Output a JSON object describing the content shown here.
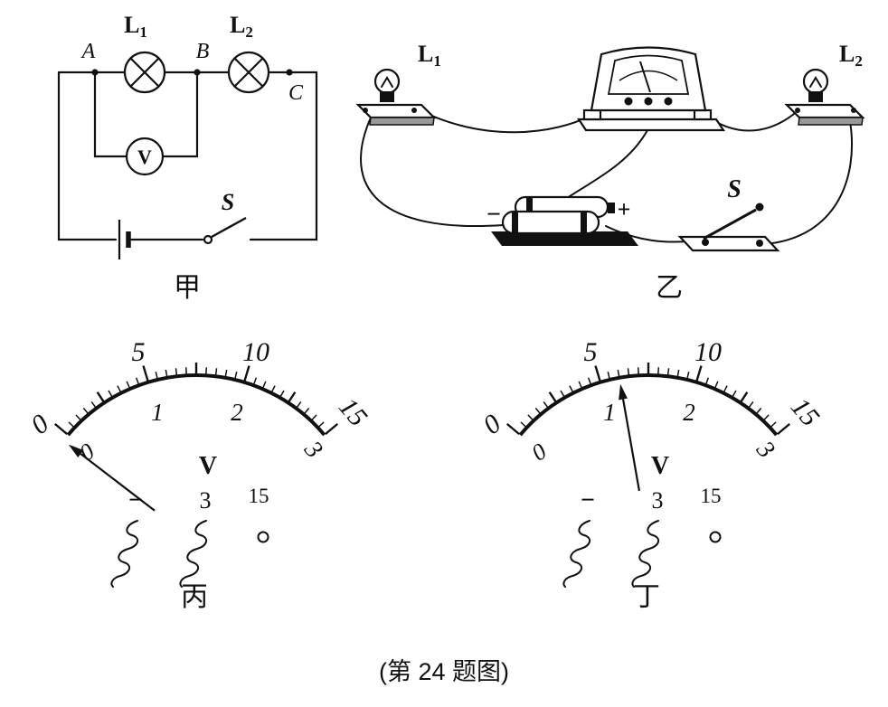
{
  "figure": {
    "caption": "(第 24 题图)",
    "panels": {
      "jia": "甲",
      "yi": "乙",
      "bing": "丙",
      "ding": "丁"
    }
  },
  "circuit": {
    "node_a": "A",
    "node_b": "B",
    "node_c": "C",
    "lamp1": {
      "base": "L",
      "sub": "1"
    },
    "lamp2": {
      "base": "L",
      "sub": "2"
    },
    "voltmeter": "V",
    "switch": "S"
  },
  "photo": {
    "lamp1": {
      "base": "L",
      "sub": "1"
    },
    "lamp2": {
      "base": "L",
      "sub": "2"
    },
    "switch": "S",
    "battery_neg": "−",
    "battery_pos": "+"
  },
  "gauge_face": {
    "upper": {
      "n0": "0",
      "n5": "5",
      "n10": "10",
      "n15": "15"
    },
    "lower": {
      "n0": "0",
      "n1": "1",
      "n2": "2",
      "n3": "3"
    },
    "unit": "V",
    "terminal_neg": "−",
    "terminal_3": "3",
    "terminal_15": "15"
  },
  "chart_data": [
    {
      "type": "gauge",
      "panel": "丙",
      "unit": "V",
      "upper_scale": {
        "range": [
          0,
          15
        ],
        "labels": [
          0,
          5,
          10,
          15
        ]
      },
      "lower_scale": {
        "range": [
          0,
          3
        ],
        "labels": [
          0,
          1,
          2,
          3
        ]
      },
      "minor_divisions": 30,
      "needle_value_low_scale": 0,
      "needle_value_high_scale": 0,
      "terminals": [
        "−",
        "3",
        "15"
      ]
    },
    {
      "type": "gauge",
      "panel": "丁",
      "unit": "V",
      "upper_scale": {
        "range": [
          0,
          15
        ],
        "labels": [
          0,
          5,
          10,
          15
        ]
      },
      "lower_scale": {
        "range": [
          0,
          3
        ],
        "labels": [
          0,
          1,
          2,
          3
        ]
      },
      "minor_divisions": 30,
      "needle_value_low_scale": 1.2,
      "needle_value_high_scale": 6,
      "terminals": [
        "−",
        "3",
        "15"
      ]
    }
  ]
}
